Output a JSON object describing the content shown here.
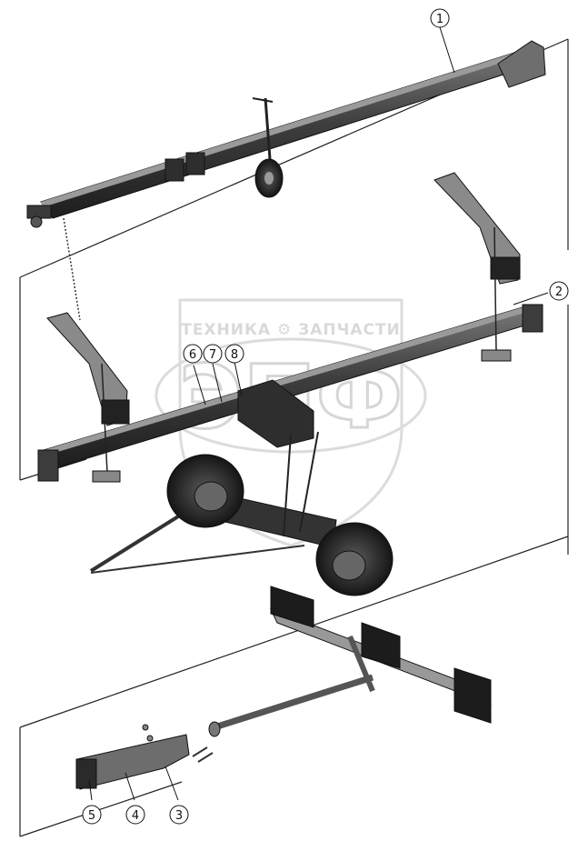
{
  "watermark": {
    "caption": "ТЕХНИКА ⚙ ЗАПЧАСТИ",
    "letters": "ЭПФ"
  },
  "callouts": [
    {
      "id": "c1",
      "label": "1"
    },
    {
      "id": "c2",
      "label": "2"
    },
    {
      "id": "c3",
      "label": "3"
    },
    {
      "id": "c4",
      "label": "4"
    },
    {
      "id": "c5",
      "label": "5"
    },
    {
      "id": "c6",
      "label": "6"
    },
    {
      "id": "c7",
      "label": "7"
    },
    {
      "id": "c8",
      "label": "8"
    }
  ]
}
